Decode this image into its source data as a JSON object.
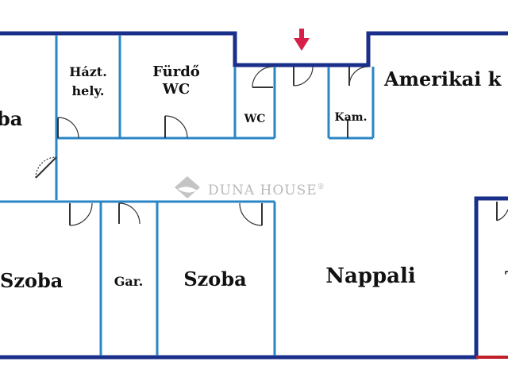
{
  "plan": {
    "colors": {
      "outer_wall": "#1a2f8a",
      "inner_wall": "#2a86c6",
      "window": "#a9c9e6",
      "door": "#333333",
      "entrance_arrow": "#d6204a",
      "accent_red": "#c0202a",
      "watermark": "#b8b8b8"
    },
    "rooms": [
      {
        "id": "szoba-left-top",
        "lines": [
          "ba"
        ]
      },
      {
        "id": "haztartasi",
        "lines": [
          "Házt.",
          "hely."
        ]
      },
      {
        "id": "furdo",
        "lines": [
          "Fürdő",
          "WC"
        ]
      },
      {
        "id": "wc",
        "lines": [
          "WC"
        ]
      },
      {
        "id": "kamra",
        "lines": [
          "Kam."
        ]
      },
      {
        "id": "amerikai",
        "lines": [
          "Amerikai k"
        ]
      },
      {
        "id": "szoba-left-bottom",
        "lines": [
          "Szoba"
        ]
      },
      {
        "id": "gardrob",
        "lines": [
          "Gar."
        ]
      },
      {
        "id": "szoba-middle",
        "lines": [
          "Szoba"
        ]
      },
      {
        "id": "nappali",
        "lines": [
          "Nappali"
        ]
      },
      {
        "id": "terasz",
        "lines": [
          "T"
        ]
      }
    ],
    "watermark": {
      "text": "DUNA HOUSE",
      "mark": "®"
    },
    "entrance": {
      "icon": "arrow-down-icon"
    }
  }
}
